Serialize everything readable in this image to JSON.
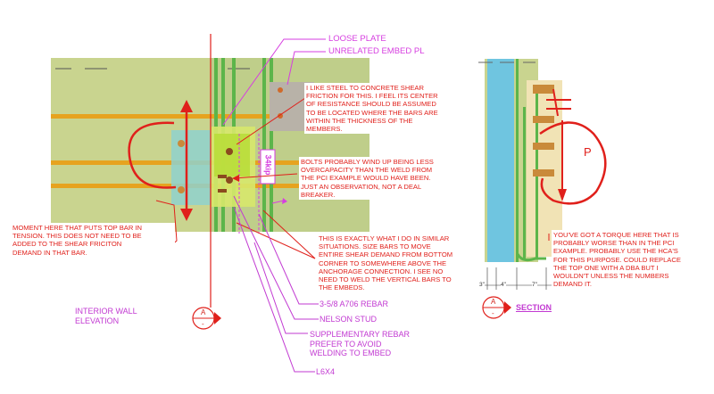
{
  "notes": {
    "loose_plate": "LOOSE PLATE",
    "unrelated_embed": "UNRELATED EMBED PL",
    "steel_to_concrete": "I LIKE STEEL TO CONCRETE SHEAR\nFRICTION FOR THIS.  I FEEL ITS CENTER\nOF RESISTANCE SHOULD BE ASSUMED\nTO BE LOCATED WHERE THE BARS ARE\nWITHIN THE THICKNESS OF THE\nMEMBERS.",
    "bolts": "BOLTS PROBABLY WIND UP BEING LESS\nOVERCAPACITY THAN THE WELD FROM\nTHE PCI EXAMPLE WOULD HAVE BEEN.\nJUST AN OBSERVATION, NOT A DEAL\nBREAKER.",
    "moment": "MOMENT HERE THAT PUTS TOP BAR IN\nTENSION.  THIS DOES NOT NEED TO BE\nADDED TO THE SHEAR FRICITON\nDEMAND IN THAT BAR.",
    "exactly": "THIS IS EXACTLY WHAT I DO IN SIMILAR\nSITUATIONS.  SIZE BARS TO MOVE\nENTIRE SHEAR DEMAND FROM BOTTOM\nCORNER TO SOMEWHERE ABOVE THE\nANCHORAGE CONNECTION. I SEE NO\nNEED TO WELD THE VERTICAL BARS TO\nTHE EMBEDS.",
    "torque": "YOU'VE GOT A TORQUE HERE THAT IS\nPROBABLY WORSE THAN IN THE PCI\nEXAMPLE. PROBABLY USE THE HCA'S\nFOR THIS PURPOSE.  COULD REPLACE\nTHE TOP ONE WITH A DBA BUT I\nWOULDN'T UNLESS THE NUMBERS\nDEMAND IT."
  },
  "labels": {
    "rebar": "3-5/8 A706 REBAR",
    "nelson": "NELSON STUD",
    "supplementary": "SUPPLEMENTARY REBAR\nPREFER TO AVOID\nWELDING TO EMBED",
    "angle": "L6x4",
    "interior": "INTERIOR WALL\nELEVATION",
    "section": "SECTION",
    "load": "34kip",
    "p_mark": "P",
    "marker_left_letter": "A",
    "marker_left_sub": "-",
    "marker_right_letter": "A",
    "marker_right_sub": "-"
  },
  "dimensions": [
    "3\"",
    "4\"",
    "7\""
  ],
  "colors": {
    "markup_red": "#e0201b",
    "markup_magenta": "#c23ad2",
    "wall_fill": "#c9d48f",
    "rebar_green": "#5cb54a",
    "rebar_orange": "#e6a31f",
    "section_blue": "#6fc5e0",
    "plate_grey": "#b8b2a8"
  }
}
